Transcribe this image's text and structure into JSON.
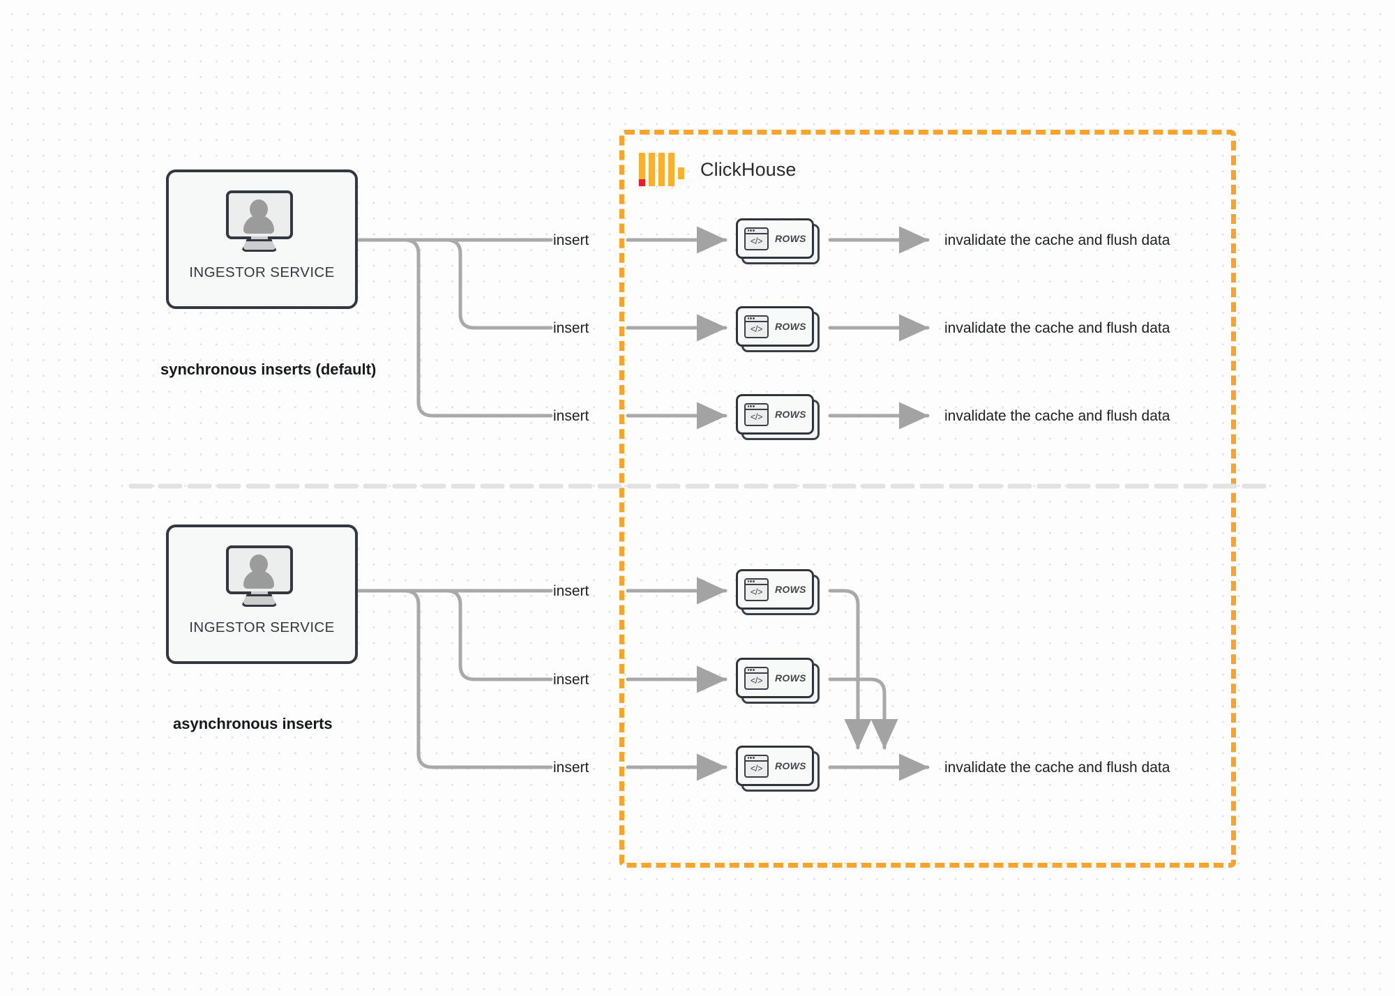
{
  "diagram": {
    "title": "ClickHouse synchronous vs asynchronous inserts",
    "colors": {
      "accent_orange": "#F9A22C",
      "logo_orange": "#FBAF2C",
      "logo_red": "#ED1C24",
      "node_border": "#2f343b",
      "wire_gray": "#a9a9a9",
      "background": "#fdfdfd"
    }
  },
  "clickhouse": {
    "brand_label": "ClickHouse",
    "logo_name": "clickhouse-logo"
  },
  "sections": [
    {
      "id": "sync",
      "caption": "synchronous inserts (default)",
      "ingestor": {
        "label": "INGESTOR SERVICE",
        "icon": "monitor-user-icon"
      },
      "edges": [
        {
          "insert_label": "insert",
          "node_label": "ROWS",
          "node_icon": "code-window-icon",
          "output_label": "invalidate the cache and flush data"
        },
        {
          "insert_label": "insert",
          "node_label": "ROWS",
          "node_icon": "code-window-icon",
          "output_label": "invalidate the cache and flush data"
        },
        {
          "insert_label": "insert",
          "node_label": "ROWS",
          "node_icon": "code-window-icon",
          "output_label": "invalidate the cache and flush data"
        }
      ]
    },
    {
      "id": "async",
      "caption": "asynchronous inserts",
      "ingestor": {
        "label": "INGESTOR SERVICE",
        "icon": "monitor-user-icon"
      },
      "edges": [
        {
          "insert_label": "insert",
          "node_label": "ROWS",
          "node_icon": "code-window-icon"
        },
        {
          "insert_label": "insert",
          "node_label": "ROWS",
          "node_icon": "code-window-icon"
        },
        {
          "insert_label": "insert",
          "node_label": "ROWS",
          "node_icon": "code-window-icon"
        }
      ],
      "merged_output_label": "invalidate the cache and flush data"
    }
  ]
}
